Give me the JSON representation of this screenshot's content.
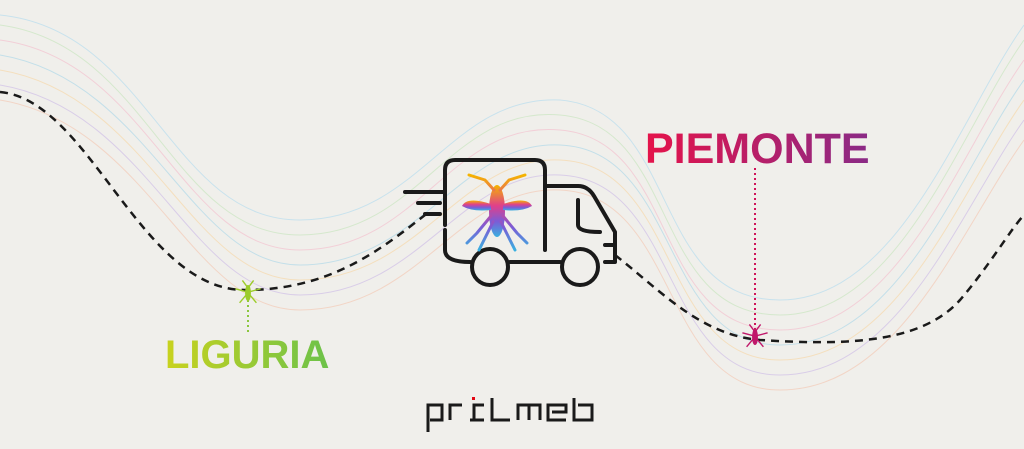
{
  "labels": {
    "liguria": "LIGURIA",
    "piemonte": "PIEMONTE"
  },
  "logo": {
    "text": "primed"
  },
  "colors": {
    "background": "#f0efeb",
    "liguria_start": "#c9d21e",
    "liguria_end": "#6cc24a",
    "piemonte_start": "#e5134a",
    "piemonte_end": "#8a2a86",
    "logo_dot": "#e30613",
    "line": "#1a1a1a"
  },
  "icons": [
    "delivery-truck-icon",
    "mosquito-icon"
  ]
}
